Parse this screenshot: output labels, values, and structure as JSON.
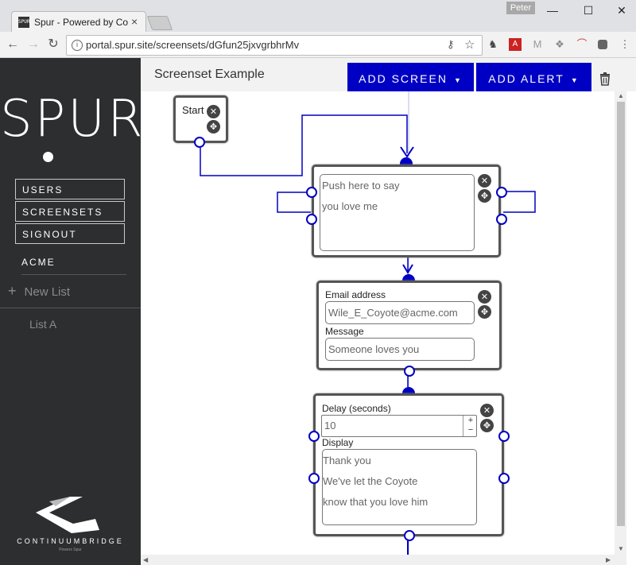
{
  "browser": {
    "tab_title": "Spur - Powered by Conti",
    "tab_close": "×",
    "profile_name": "Peter",
    "url": "portal.spur.site/screensets/dGfun25jxvgrbhrMv",
    "win_minimize": "—",
    "win_maximize": "☐",
    "win_close": "✕"
  },
  "sidebar": {
    "logo": "SPUR",
    "nav": [
      "USERS",
      "SCREENSETS",
      "SIGNOUT"
    ],
    "company": "ACME",
    "new_list_label": "New List",
    "lists": [
      "List A"
    ],
    "footer_brand": "CONTINUUMBRIDGE",
    "footer_tagline": "Powers Spur"
  },
  "header": {
    "title": "Screenset Example",
    "add_screen_label": "ADD SCREEN",
    "add_alert_label": "ADD ALERT"
  },
  "nodes": {
    "start": {
      "label": "Start"
    },
    "push": {
      "lines": [
        "Push here to say",
        "you love me"
      ]
    },
    "email": {
      "email_label": "Email address",
      "email_value": "Wile_E_Coyote@acme.com",
      "message_label": "Message",
      "message_value": "Someone loves you"
    },
    "delay": {
      "delay_label": "Delay (seconds)",
      "delay_value": "10",
      "display_label": "Display",
      "display_lines": [
        "Thank you",
        "We've let the Coyote",
        "know that you love him"
      ]
    }
  },
  "icons": {
    "close": "✕",
    "move": "✥",
    "plus": "+",
    "minus": "−"
  },
  "colors": {
    "accent": "#0000c4",
    "sidebar": "#2d2e30",
    "node_border": "#555555"
  }
}
